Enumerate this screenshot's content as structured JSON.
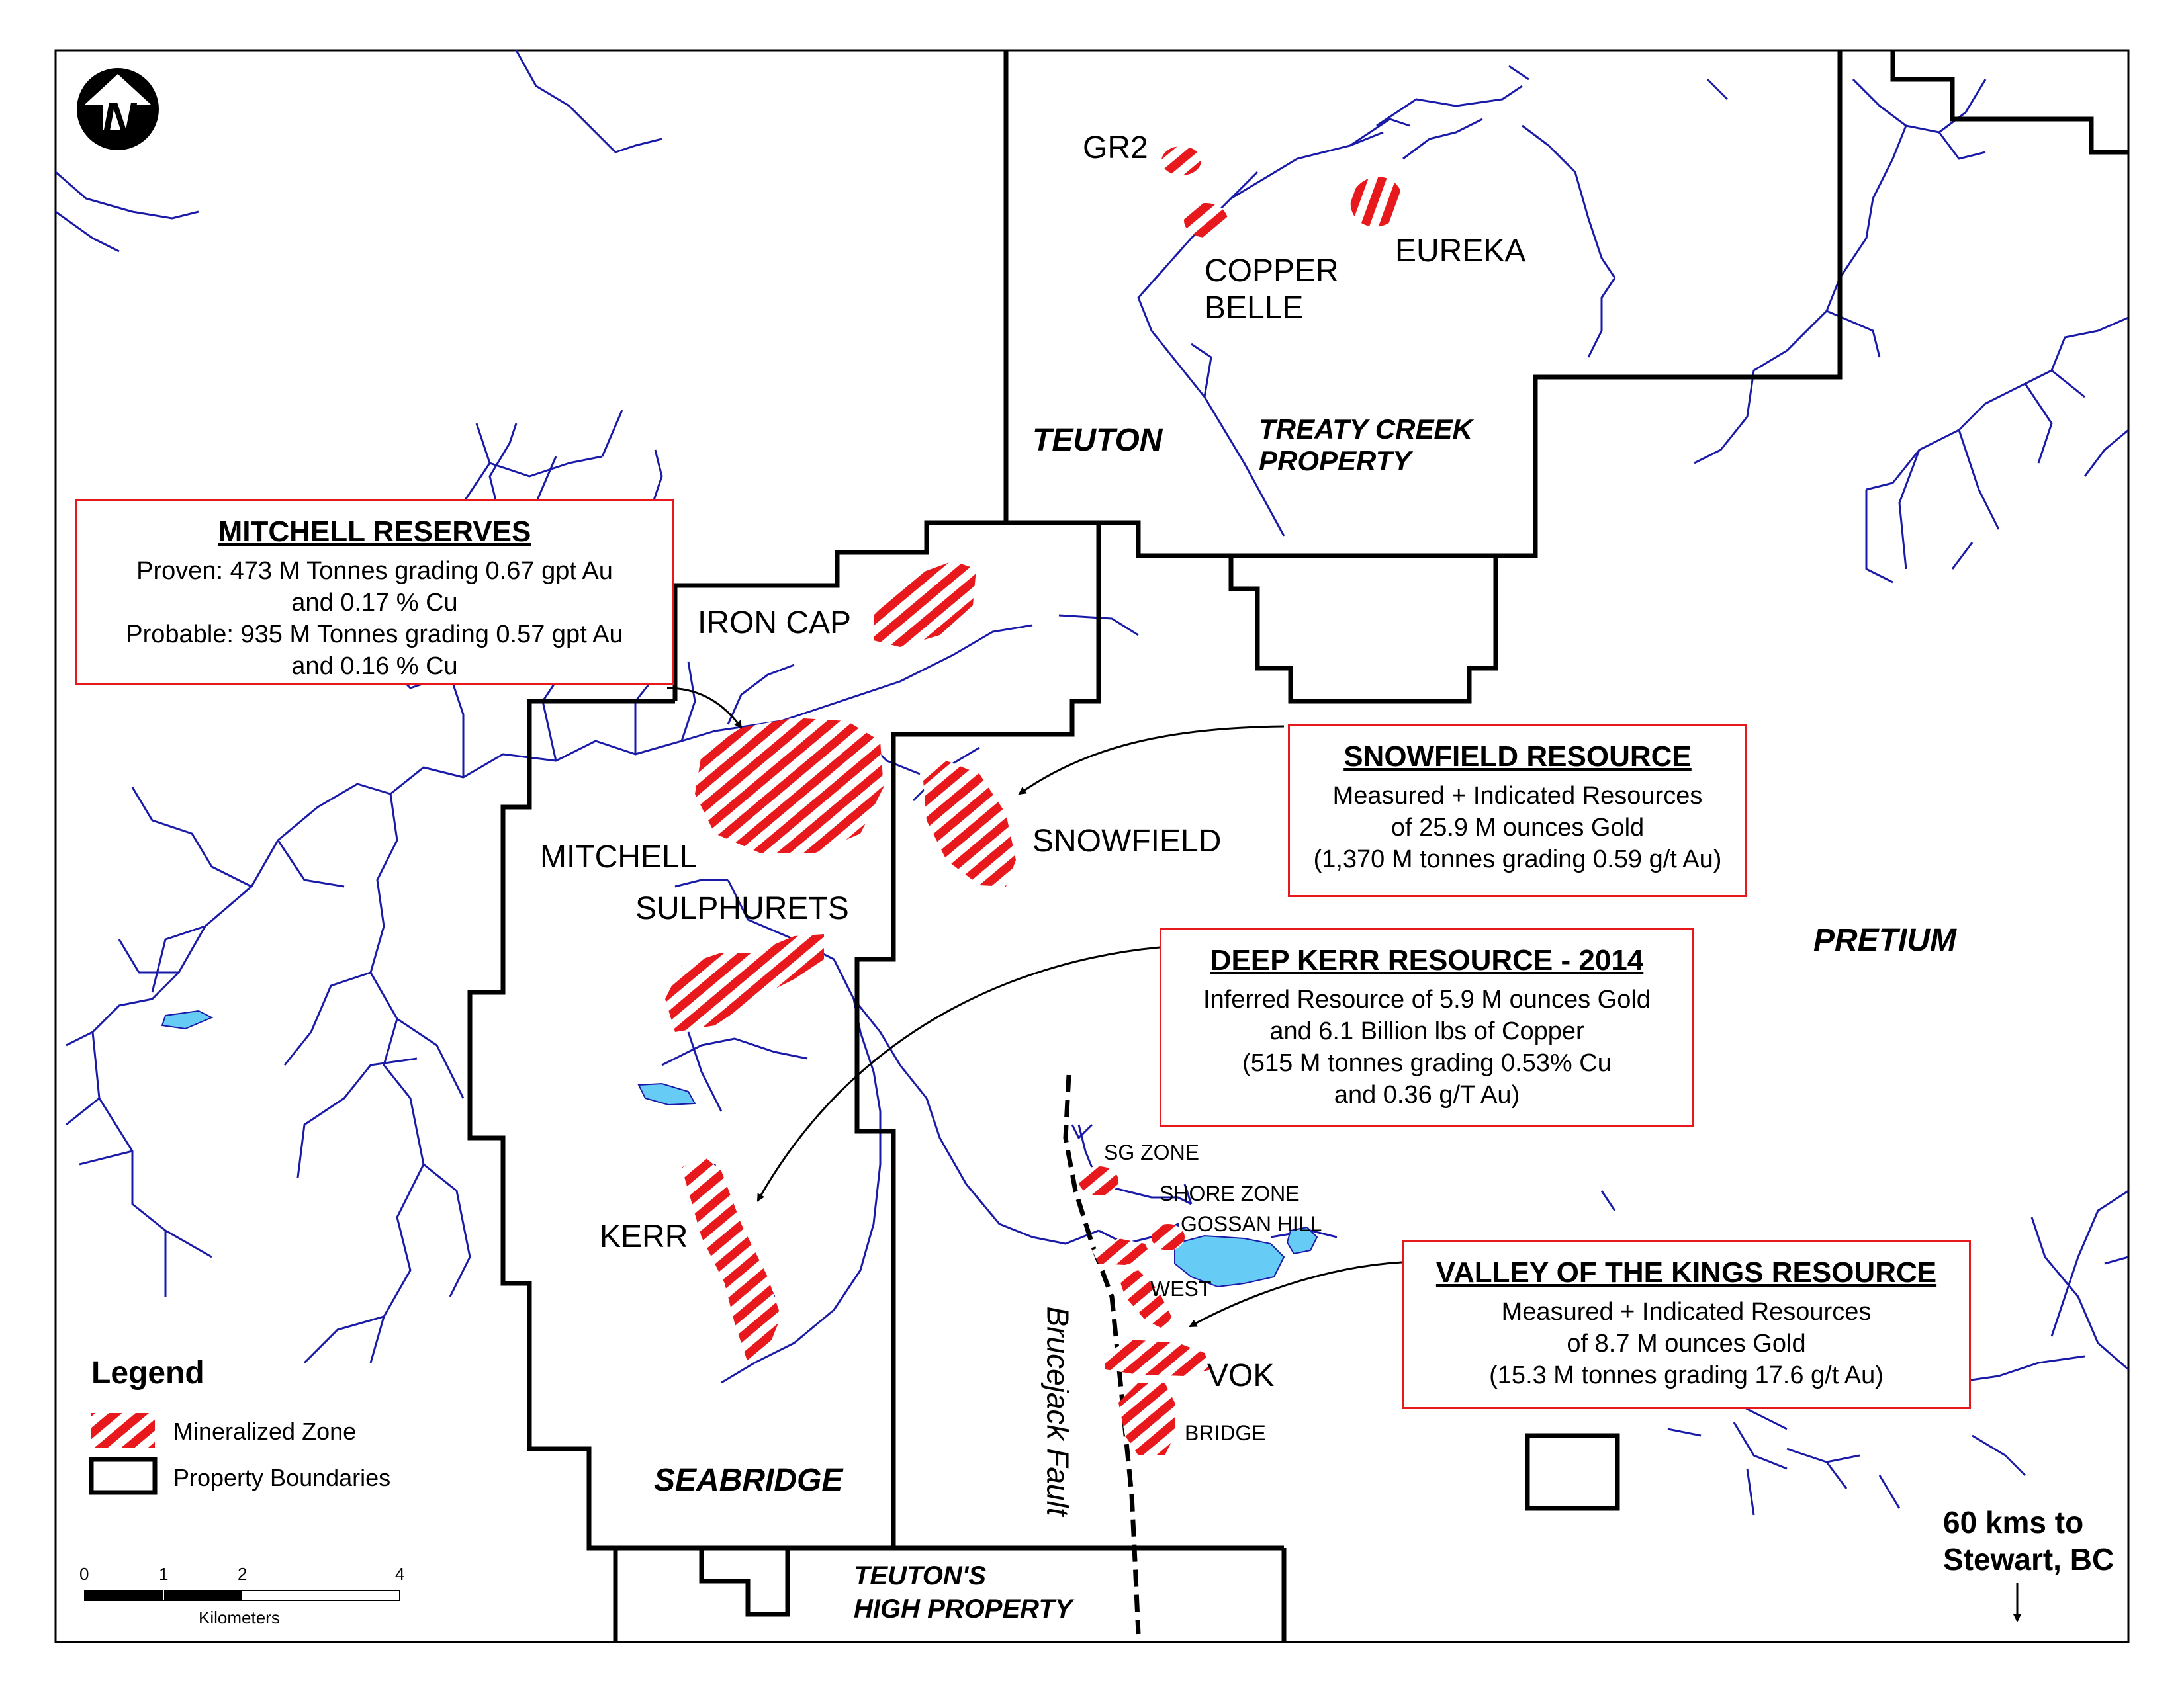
{
  "colors": {
    "zone_red": "#e8191d",
    "river_blue": "#1a1aa8",
    "lake_fill": "#66ccf5",
    "boundary": "#000000",
    "callout_border": "#e8191d"
  },
  "north_arrow": {
    "letter": "N"
  },
  "zones": {
    "gr2": "GR2",
    "copper_belle_1": "COPPER",
    "copper_belle_2": "BELLE",
    "eureka": "EUREKA",
    "iron_cap": "IRON CAP",
    "mitchell": "MITCHELL",
    "snowfield": "SNOWFIELD",
    "sulphurets": "SULPHURETS",
    "kerr": "KERR",
    "sg_zone": "SG ZONE",
    "shore_zone": "SHORE ZONE",
    "gossan_hill": "GOSSAN HILL",
    "west": "WEST",
    "vok": "VOK",
    "bridge": "BRIDGE"
  },
  "properties": {
    "teuton": "TEUTON",
    "treaty_creek_1": "TREATY CREEK",
    "treaty_creek_2": "PROPERTY",
    "pretium": "PRETIUM",
    "seabridge": "SEABRIDGE",
    "teutons_high_1": "TEUTON'S",
    "teutons_high_2": "HIGH PROPERTY"
  },
  "fault_label": "Brucejack Fault",
  "callouts": {
    "mitchell": {
      "title": "MITCHELL RESERVES",
      "lines": [
        "Proven: 473 M Tonnes grading 0.67 gpt Au",
        "and 0.17 % Cu",
        "Probable: 935 M Tonnes grading 0.57 gpt Au",
        "and 0.16 % Cu"
      ]
    },
    "snowfield": {
      "title": "SNOWFIELD RESOURCE",
      "lines": [
        "Measured + Indicated Resources",
        "of 25.9 M ounces Gold",
        "(1,370 M tonnes grading 0.59 g/t Au)"
      ]
    },
    "deep_kerr": {
      "title": "DEEP KERR RESOURCE - 2014",
      "lines": [
        "Inferred Resource of 5.9 M ounces Gold",
        "and 6.1 Billion lbs of Copper",
        "(515 M tonnes grading 0.53% Cu",
        "and 0.36 g/T Au)"
      ]
    },
    "vok": {
      "title": "VALLEY OF THE KINGS RESOURCE",
      "lines": [
        "Measured + Indicated Resources",
        "of 8.7 M ounces Gold",
        "(15.3 M tonnes grading 17.6 g/t Au)"
      ]
    }
  },
  "legend": {
    "title": "Legend",
    "items": [
      "Mineralized Zone",
      "Property Boundaries"
    ]
  },
  "scale": {
    "ticks": [
      "0",
      "1",
      "2",
      "4"
    ],
    "unit": "Kilometers"
  },
  "destination": {
    "line1": "60 kms to",
    "line2": "Stewart, BC"
  }
}
